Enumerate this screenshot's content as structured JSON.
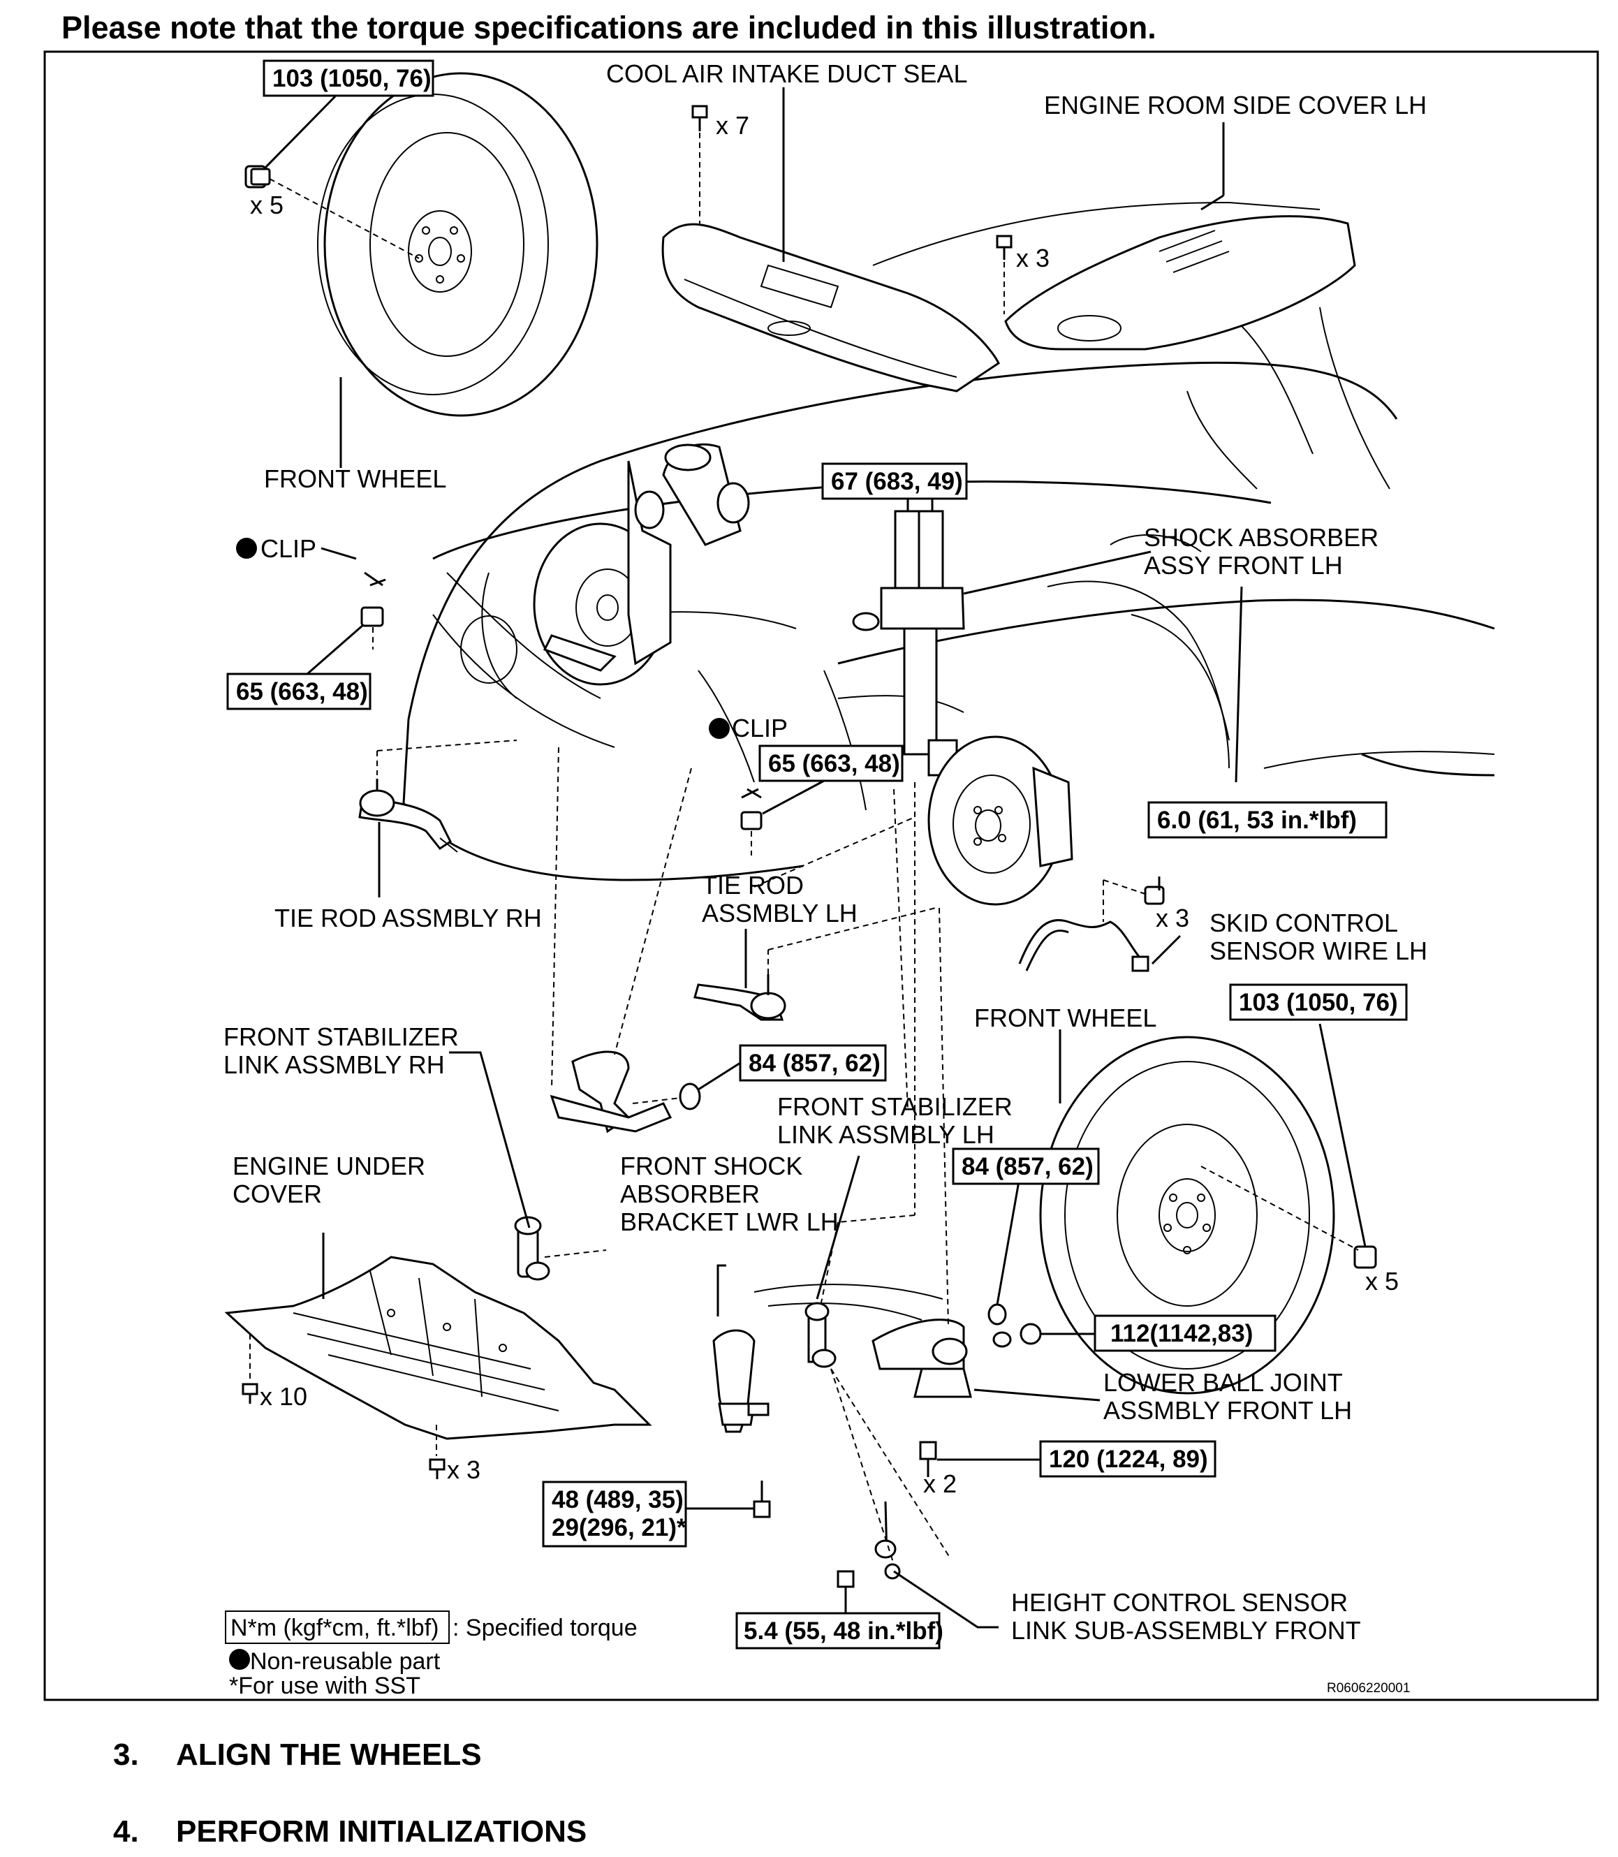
{
  "note": "Please note that the torque specifications are included in this illustration.",
  "labels": {
    "cool_air_seal": "COOL AIR INTAKE DUCT SEAL",
    "side_cover": "ENGINE ROOM SIDE COVER LH",
    "front_wheel_rh": "FRONT WHEEL",
    "clip_1": "CLIP",
    "shock_1": "SHOCK ABSORBER",
    "shock_2": "ASSY FRONT LH",
    "clip_2": "CLIP",
    "tie_rod_rh": "TIE ROD ASSMBLY RH",
    "tie_rod_lh_1": "TIE ROD",
    "tie_rod_lh_2": "ASSMBLY LH",
    "skid_1": "SKID CONTROL",
    "skid_2": "SENSOR WIRE LH",
    "front_wheel_lh": "FRONT WHEEL",
    "stab_rh_1": "FRONT STABILIZER",
    "stab_rh_2": "LINK ASSMBLY RH",
    "stab_lh_1": "FRONT STABILIZER",
    "stab_lh_2": "LINK ASSMBLY  LH",
    "under_cover_1": "ENGINE UNDER",
    "under_cover_2": "COVER",
    "bracket_1": "FRONT SHOCK",
    "bracket_2": "ABSORBER",
    "bracket_3": "BRACKET LWR LH",
    "ball_joint_1": "LOWER BALL JOINT",
    "ball_joint_2": "ASSMBLY FRONT LH",
    "height_1": "HEIGHT CONTROL SENSOR",
    "height_2": "LINK SUB-ASSEMBLY FRONT"
  },
  "quantities": {
    "x7": "x 7",
    "x3_cover": "x 3",
    "x5_rh": "x 5",
    "x3_sensor": "x 3",
    "x5_lh": "x 5",
    "x10": "x 10",
    "x3_under": "x 3",
    "x2": "x 2"
  },
  "torques": {
    "wheel_rh": "103 (1050, 76)",
    "shock_top": "67 (683, 49)",
    "tie_rh": "65 (663, 48)",
    "tie_lh": "65 (663, 48)",
    "sensor": "6.0 (61, 53 in.*lbf)",
    "wheel_lh": "103 (1050, 76)",
    "bracket_nut": "84 (857, 62)",
    "stab_lh": "84 (857, 62)",
    "ball_nut": "112(1142,83)",
    "ball_bolt": "120 (1224, 89)",
    "bracket_bolt_1": "48 (489, 35)",
    "bracket_bolt_2": "29(296, 21)*",
    "height": "5.4 (55, 48 in.*lbf)"
  },
  "legend": {
    "unit_box": "N*m (kgf*cm, ft.*lbf)",
    "unit_text": ": Specified torque",
    "nonreusable": "Non-reusable part",
    "sst": "*For use with SST"
  },
  "figure_code": "R0606220001",
  "steps": [
    {
      "num": "3.",
      "text": "ALIGN THE WHEELS"
    },
    {
      "num": "4.",
      "text": "PERFORM INITIALIZATIONS"
    }
  ]
}
